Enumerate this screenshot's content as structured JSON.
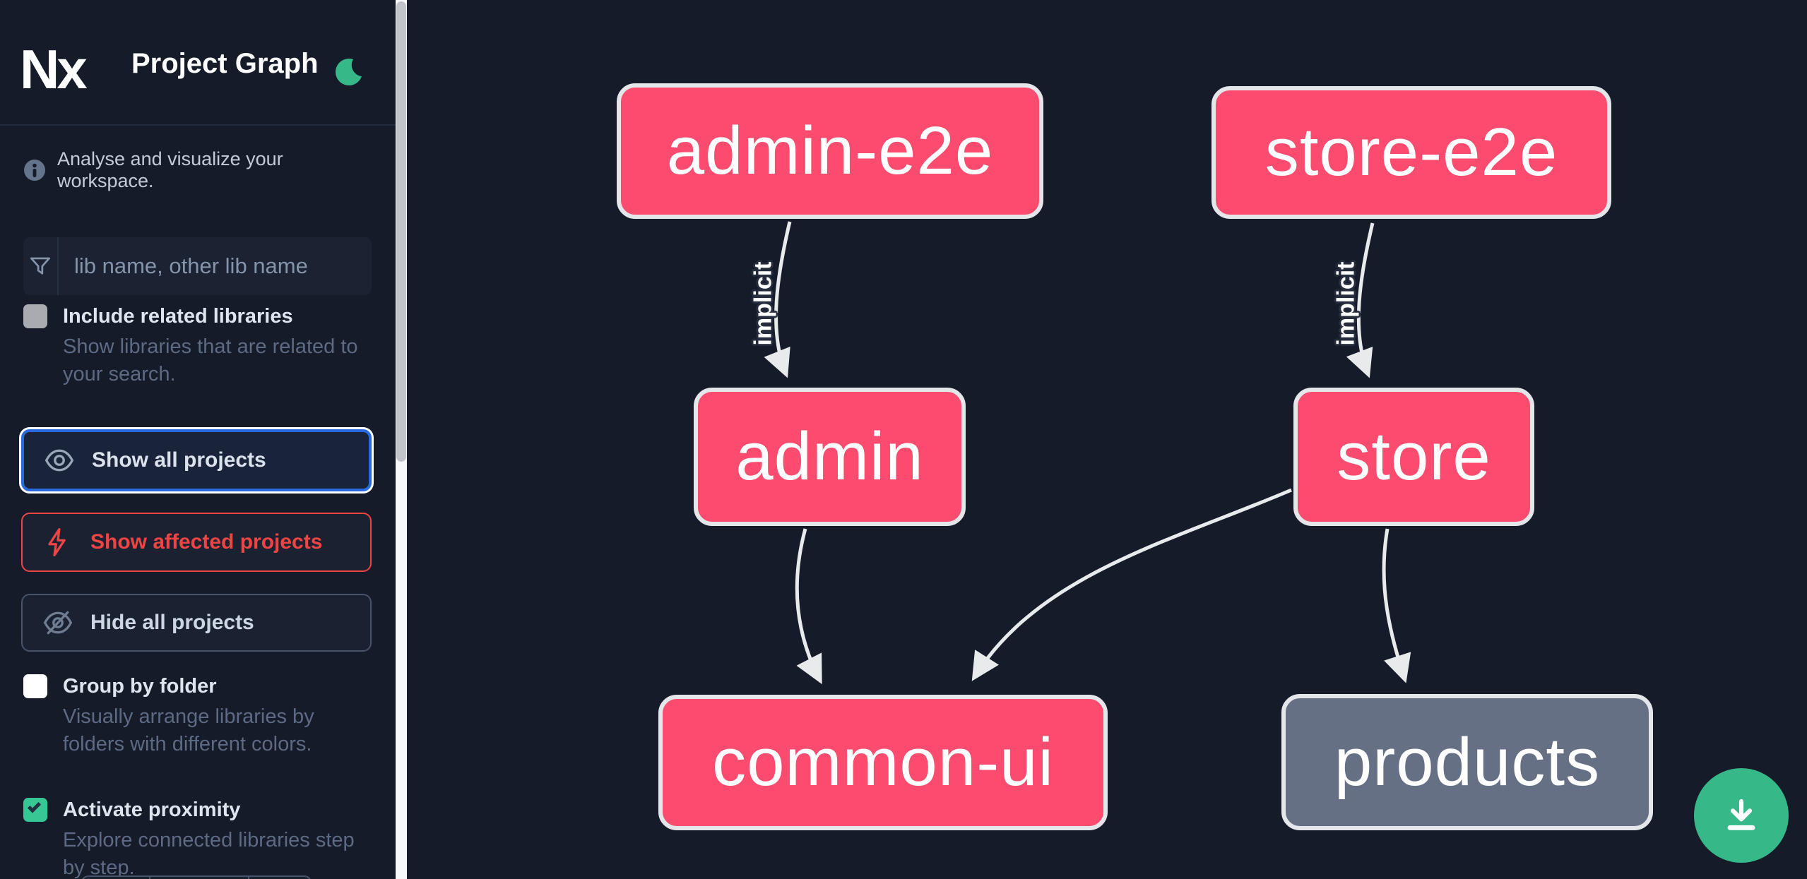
{
  "header": {
    "logo_text": "Nx",
    "title": "Project Graph"
  },
  "sidebar": {
    "tagline": "Analyse and visualize your workspace.",
    "search": {
      "placeholder": "lib name, other lib name"
    },
    "include_related": {
      "label": "Include related libraries",
      "description": "Show libraries that are related to your search.",
      "checked": false
    },
    "actions": [
      {
        "label": "Show all projects",
        "icon": "eye-icon",
        "state": "focused",
        "accent": "#2a6ae0"
      },
      {
        "label": "Show affected projects",
        "icon": "lightning-icon",
        "accent": "#ef4444"
      },
      {
        "label": "Hide all projects",
        "icon": "eye-slash-icon",
        "accent": "#46536a"
      }
    ],
    "group_by_folder": {
      "label": "Group by folder",
      "description": "Visually arrange libraries by folders with different colors.",
      "checked": false
    },
    "activate_proximity": {
      "label": "Activate proximity",
      "description": "Explore connected libraries step by step.",
      "checked": true
    }
  },
  "graph": {
    "nodes": [
      {
        "id": "admin-e2e",
        "label": "admin-e2e",
        "color": "#fb4b6e"
      },
      {
        "id": "store-e2e",
        "label": "store-e2e",
        "color": "#fb4b6e"
      },
      {
        "id": "admin",
        "label": "admin",
        "color": "#fb4b6e"
      },
      {
        "id": "store",
        "label": "store",
        "color": "#fb4b6e"
      },
      {
        "id": "common-ui",
        "label": "common-ui",
        "color": "#fb4b6e"
      },
      {
        "id": "products",
        "label": "products",
        "color": "#667084"
      }
    ],
    "edges": [
      {
        "from": "admin-e2e",
        "to": "admin",
        "label": "implicit"
      },
      {
        "from": "store-e2e",
        "to": "store",
        "label": "implicit"
      },
      {
        "from": "admin",
        "to": "common-ui",
        "label": ""
      },
      {
        "from": "store",
        "to": "common-ui",
        "label": ""
      },
      {
        "from": "store",
        "to": "products",
        "label": ""
      }
    ]
  },
  "colors": {
    "background": "#151b29",
    "node_affected": "#fb4b6e",
    "node_default": "#667084",
    "edge": "#e9eaec",
    "accent_green": "#36b888",
    "accent_blue": "#2a6ae0",
    "accent_red": "#ef4444"
  },
  "fab": {
    "icon": "download-icon"
  }
}
